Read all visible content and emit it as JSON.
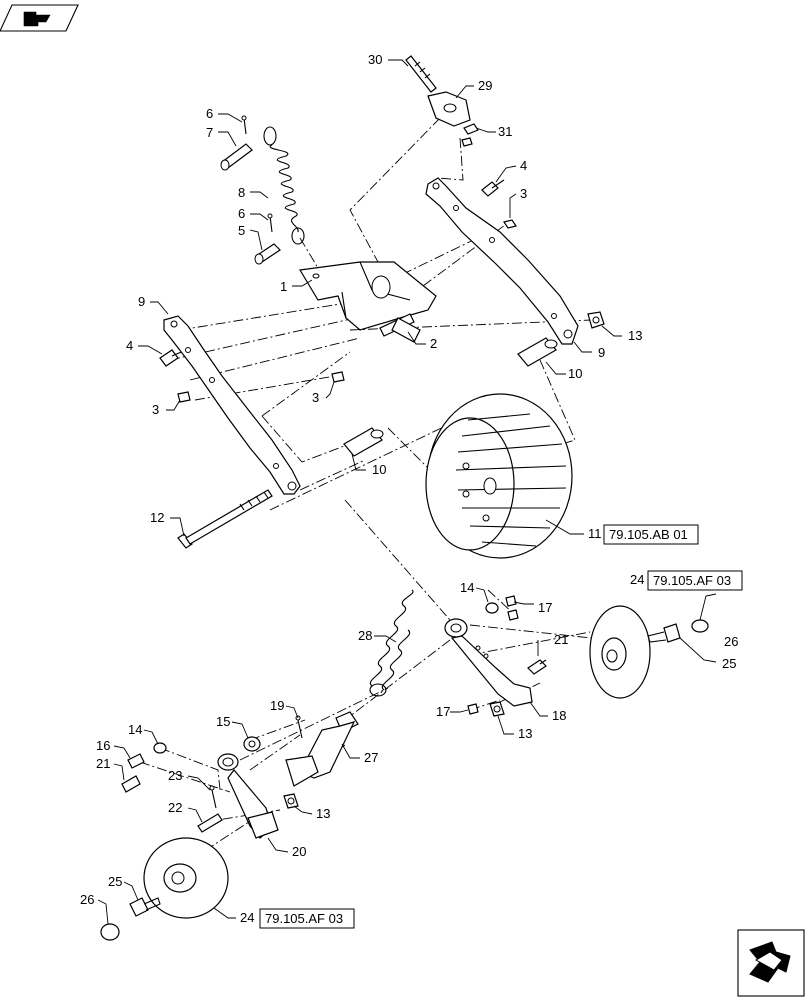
{
  "corner_icon_top_left": "nav-back-icon",
  "corner_icon_bottom_right": "nav-forward-icon",
  "callouts": {
    "c30": "30",
    "c29": "29",
    "c31": "31",
    "c6a": "6",
    "c7": "7",
    "c8": "8",
    "c6b": "6",
    "c5": "5",
    "c4a": "4",
    "c3a": "3",
    "c1": "1",
    "c2": "2",
    "c9a": "9",
    "c4b": "4",
    "c3b": "3",
    "c3c": "3",
    "c13a": "13",
    "c9b": "9",
    "c10a": "10",
    "c10b": "10",
    "c12": "12",
    "c11": "11",
    "c14a": "14",
    "c17a": "17",
    "c24a": "24",
    "c26a": "26",
    "c25a": "25",
    "c21a": "21",
    "c28": "28",
    "c18": "18",
    "c17b": "17",
    "c13b": "13",
    "c19": "19",
    "c15": "15",
    "c14b": "14",
    "c16": "16",
    "c21b": "21",
    "c27": "27",
    "c23": "23",
    "c22": "22",
    "c13c": "13",
    "c20": "20",
    "c25b": "25",
    "c26b": "26",
    "c24b": "24"
  },
  "refs": {
    "wheel_ref": "79.105.AB 01",
    "disc_ref_right": "79.105.AF 03",
    "disc_ref_left": "79.105.AF 03"
  }
}
